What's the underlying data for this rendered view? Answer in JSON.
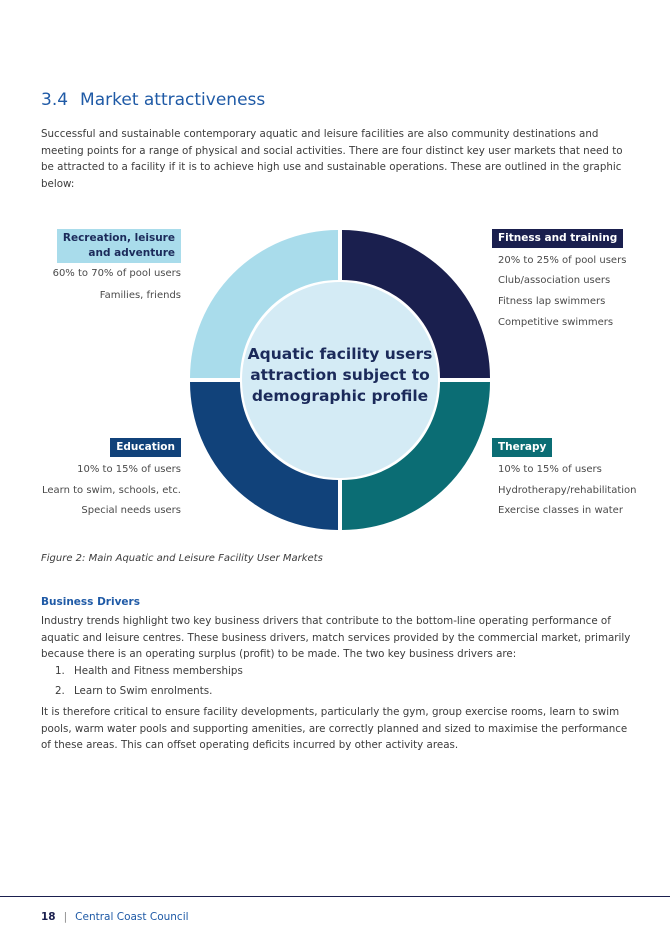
{
  "section": {
    "number": "3.4",
    "title": "Market attractiveness"
  },
  "intro": "Successful and sustainable contemporary aquatic and leisure facilities are also community destinations and meeting points for a range of physical and social activities. There are four distinct key user markets that need to be attracted to a facility if it is to achieve high use and sustainable operations. These are outlined in the graphic below:",
  "diagram": {
    "center_lines": [
      "Aquatic facility users",
      "attraction subject to",
      "demographic profile"
    ],
    "quadrants": {
      "recreation": {
        "title_lines": [
          "Recreation, leisure",
          "and adventure"
        ],
        "items": [
          "60% to 70% of pool users",
          "Families, friends"
        ],
        "color": "#a9dceb"
      },
      "fitness": {
        "title": "Fitness and training",
        "items": [
          "20% to 25% of pool users",
          "Club/association users",
          "Fitness lap swimmers",
          "Competitive swimmers"
        ],
        "color": "#1a1f4e"
      },
      "education": {
        "title": "Education",
        "items": [
          "10% to 15% of users",
          "Learn to swim, schools, etc.",
          "Special needs users"
        ],
        "color": "#11427a"
      },
      "therapy": {
        "title": "Therapy",
        "items": [
          "10% to 15% of users",
          "Hydrotherapy/rehabilitation",
          "Exercise classes in water"
        ],
        "color": "#0b6d74"
      }
    },
    "center_color": "#d4ebf5"
  },
  "caption": "Figure 2: Main Aquatic and Leisure Facility User Markets",
  "business": {
    "heading": "Business Drivers",
    "para": "Industry trends highlight two key business drivers that contribute to the bottom-line operating performance of aquatic and leisure centres. These business drivers, match services provided by the commercial market, primarily because there is an operating surplus (profit) to be made. The two key business drivers are:",
    "list": [
      {
        "num": "1.",
        "text": "Health and Fitness memberships"
      },
      {
        "num": "2.",
        "text": "Learn to Swim enrolments."
      }
    ],
    "closing": "It is therefore critical to ensure facility developments, particularly the gym, group exercise rooms, learn to swim pools, warm water pools and supporting amenities, are correctly planned and sized to maximise the performance of these areas. This can offset operating deficits incurred by other activity areas."
  },
  "footer": {
    "page": "18",
    "separator": "|",
    "org": "Central Coast Council"
  }
}
